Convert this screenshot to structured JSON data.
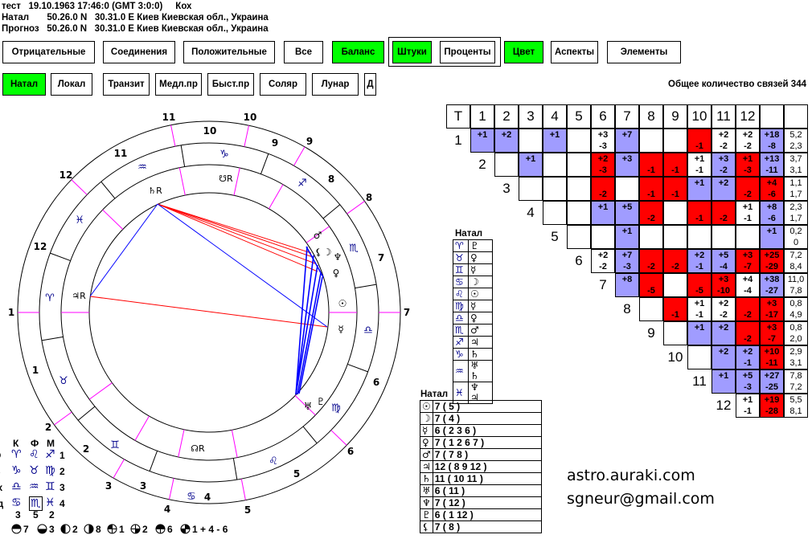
{
  "header": {
    "line1": "тест   19.10.1963 17:46:0 (GMT 3:0:0)     Кох",
    "line2": "Натал       50.26.0 N   30.31.0 E Киев Киевская обл., Украина",
    "line3": "Прогноз   50.26.0 N   30.31.0 E Киев Киевская обл., Украина"
  },
  "toolbar1": [
    "Отрицательные",
    "Соединения",
    "Положительные",
    "Все",
    "Баланс",
    "Штуки",
    "Проценты",
    "Цвет",
    "Аспекты",
    "Элементы"
  ],
  "toolbar2": [
    "Натал",
    "Локал",
    "Транзит",
    "Медл.пр",
    "Быст.пр",
    "Соляр",
    "Лунар",
    "Д"
  ],
  "active_color": "#00ff00",
  "total_links": "Общее количество связей 344",
  "matrix": {
    "colors": {
      "w": "#ffffff",
      "b": "#a09cff",
      "r": "#ff0000"
    },
    "header": [
      "Т",
      "1",
      "2",
      "3",
      "4",
      "5",
      "6",
      "7",
      "8",
      "9",
      "10",
      "11",
      "12",
      "",
      ""
    ],
    "rows": [
      {
        "label": "1",
        "cells": [
          [
            "+1",
            "",
            "b"
          ],
          [
            "+2",
            "",
            "b"
          ],
          [
            "",
            "",
            "w"
          ],
          [
            "+1",
            "",
            "b"
          ],
          [
            "",
            "",
            "w"
          ],
          [
            "+3",
            "-3",
            "w"
          ],
          [
            "+7",
            "",
            "b"
          ],
          [
            "",
            "",
            "w"
          ],
          [
            "",
            "",
            "w"
          ],
          [
            "",
            "-1",
            "r"
          ],
          [
            "+2",
            "-2",
            "w"
          ],
          [
            "+2",
            "-2",
            "w"
          ]
        ],
        "sum": [
          "+18",
          "-8",
          "b"
        ],
        "ratio": [
          "5,2",
          "2,3"
        ]
      },
      {
        "label": "2",
        "cells": [
          [
            "",
            "",
            "w"
          ],
          [
            "+1",
            "",
            "b"
          ],
          [
            "",
            "",
            "w"
          ],
          [
            "",
            "",
            "w"
          ],
          [
            "+2",
            "-3",
            "r"
          ],
          [
            "+3",
            "",
            "b"
          ],
          [
            "",
            "-1",
            "r"
          ],
          [
            "",
            "-1",
            "r"
          ],
          [
            "+1",
            "-1",
            "w"
          ],
          [
            "+3",
            "-2",
            "b"
          ],
          [
            "+1",
            "-3",
            "r"
          ]
        ],
        "sum": [
          "+13",
          "-11",
          "b"
        ],
        "ratio": [
          "3,7",
          "3,1"
        ]
      },
      {
        "label": "3",
        "cells": [
          [
            "",
            "",
            "w"
          ],
          [
            "",
            "",
            "w"
          ],
          [
            "",
            "",
            "w"
          ],
          [
            "",
            "-2",
            "r"
          ],
          [
            "",
            "",
            "w"
          ],
          [
            "",
            "-1",
            "r"
          ],
          [
            "",
            "-1",
            "r"
          ],
          [
            "+1",
            "",
            "b"
          ],
          [
            "+2",
            "",
            "b"
          ],
          [
            "",
            "-2",
            "r"
          ]
        ],
        "sum": [
          "+4",
          "-6",
          "r"
        ],
        "ratio": [
          "1,1",
          "1,7"
        ]
      },
      {
        "label": "4",
        "cells": [
          [
            "",
            "",
            "w"
          ],
          [
            "",
            "",
            "w"
          ],
          [
            "+1",
            "",
            "b"
          ],
          [
            "+5",
            "",
            "b"
          ],
          [
            "",
            "-2",
            "r"
          ],
          [
            "",
            "",
            "w"
          ],
          [
            "",
            "-1",
            "r"
          ],
          [
            "",
            "-2",
            "r"
          ],
          [
            "+1",
            "-1",
            "w"
          ]
        ],
        "sum": [
          "+8",
          "-6",
          "b"
        ],
        "ratio": [
          "2,3",
          "1,7"
        ]
      },
      {
        "label": "5",
        "cells": [
          [
            "",
            "",
            "w"
          ],
          [
            "",
            "",
            "w"
          ],
          [
            "+1",
            "",
            "b"
          ],
          [
            "",
            "",
            "w"
          ],
          [
            "",
            "",
            "w"
          ],
          [
            "",
            "",
            "w"
          ],
          [
            "",
            "",
            "w"
          ],
          [
            "",
            "",
            "w"
          ]
        ],
        "sum": [
          "+1",
          "",
          "b"
        ],
        "ratio": [
          "0,2",
          "0"
        ]
      },
      {
        "label": "6",
        "cells": [
          [
            "+2",
            "-2",
            "w"
          ],
          [
            "+7",
            "-3",
            "b"
          ],
          [
            "",
            "-2",
            "r"
          ],
          [
            "",
            "-2",
            "r"
          ],
          [
            "+2",
            "-1",
            "b"
          ],
          [
            "+5",
            "-4",
            "b"
          ],
          [
            "+3",
            "-7",
            "r"
          ]
        ],
        "sum": [
          "+25",
          "-29",
          "r"
        ],
        "ratio": [
          "7,2",
          "8,4"
        ]
      },
      {
        "label": "7",
        "cells": [
          [
            "+8",
            "",
            "b"
          ],
          [
            "",
            "-5",
            "r"
          ],
          [
            "",
            "",
            "w"
          ],
          [
            "",
            "-5",
            "r"
          ],
          [
            "+3",
            "-10",
            "r"
          ],
          [
            "+4",
            "-4",
            "w"
          ]
        ],
        "sum": [
          "+38",
          "-27",
          "b"
        ],
        "ratio": [
          "11,0",
          "7,8"
        ]
      },
      {
        "label": "8",
        "cells": [
          [
            "",
            "",
            "w"
          ],
          [
            "",
            "-1",
            "r"
          ],
          [
            "+1",
            "-1",
            "w"
          ],
          [
            "+2",
            "-2",
            "w"
          ],
          [
            "",
            "-2",
            "r"
          ]
        ],
        "sum": [
          "+3",
          "-17",
          "r"
        ],
        "ratio": [
          "0,8",
          "4,9"
        ]
      },
      {
        "label": "9",
        "cells": [
          [
            "",
            "",
            "w"
          ],
          [
            "+1",
            "",
            "b"
          ],
          [
            "+2",
            "",
            "b"
          ],
          [
            "",
            "-2",
            "r"
          ]
        ],
        "sum": [
          "+3",
          "-7",
          "r"
        ],
        "ratio": [
          "0,8",
          "2,0"
        ]
      },
      {
        "label": "10",
        "cells": [
          [
            "",
            "",
            "w"
          ],
          [
            "+2",
            "",
            "b"
          ],
          [
            "+2",
            "-1",
            "b"
          ]
        ],
        "sum": [
          "+10",
          "-11",
          "r"
        ],
        "ratio": [
          "2,9",
          "3,1"
        ]
      },
      {
        "label": "11",
        "cells": [
          [
            "+1",
            "",
            "b"
          ],
          [
            "+5",
            "-3",
            "b"
          ]
        ],
        "sum": [
          "+27",
          "-25",
          "b"
        ],
        "ratio": [
          "7,8",
          "7,2"
        ]
      },
      {
        "label": "12",
        "cells": [
          [
            "+1",
            "-1",
            "w"
          ]
        ],
        "sum": [
          "+19",
          "-28",
          "r"
        ],
        "ratio": [
          "5,5",
          "8,1"
        ]
      }
    ]
  },
  "sign_table": {
    "title": "Натал",
    "rows": [
      [
        "♈",
        "♇"
      ],
      [
        "♉",
        "♀"
      ],
      [
        "♊",
        "☿"
      ],
      [
        "♋",
        "☽"
      ],
      [
        "♌",
        "☉"
      ],
      [
        "♍",
        "☿"
      ],
      [
        "♎",
        "♀"
      ],
      [
        "♏",
        "♂"
      ],
      [
        "♐",
        "♃"
      ],
      [
        "♑",
        "♄"
      ],
      [
        "♒",
        "♅ ♄"
      ],
      [
        "♓",
        "♆ ♃"
      ]
    ]
  },
  "planet_table": {
    "title": "Натал",
    "rows": [
      [
        "☉",
        "7 ( 5 )"
      ],
      [
        "☽",
        "7 ( 4 )"
      ],
      [
        "☿",
        "6 ( 2 3 6 )"
      ],
      [
        "♀",
        "7 ( 1 2 6 7 )"
      ],
      [
        "♂",
        "7 ( 7 8 )"
      ],
      [
        "♃",
        "12 ( 8 9 12 )"
      ],
      [
        "♄",
        "11 ( 10 11 )"
      ],
      [
        "♅",
        "6 ( 11 )"
      ],
      [
        "♆",
        "7 ( 12 )"
      ],
      [
        "♇",
        "6 ( 1 12 )"
      ],
      [
        "⚸",
        "7  ( 8 )"
      ]
    ]
  },
  "contacts": {
    "site": "astro.auraki.com",
    "email": "sgneur@gmail.com"
  },
  "wheel": {
    "outer_houses": [
      "1",
      "2",
      "3",
      "4",
      "5",
      "6",
      "7",
      "8",
      "9",
      "10",
      "11",
      "12"
    ],
    "inner_houses": [
      "1",
      "2",
      "3",
      "4",
      "5",
      "6",
      "7",
      "8",
      "9",
      "10",
      "11",
      "12"
    ],
    "signs": [
      "♑",
      "♒",
      "♓",
      "♈",
      "♉",
      "♊",
      "♋",
      "♌",
      "♍",
      "♎",
      "♏",
      "♐"
    ],
    "planets": {
      "saturn": "♄R",
      "south_node": "☋R",
      "jupiter": "♃R",
      "north_node": "☊R",
      "mars": "♂",
      "lilith": "⚸",
      "moon": "☽",
      "neptune": "♆",
      "venus": "♀",
      "sun": "☉",
      "mercury": "☿",
      "uranus": "♅",
      "pluto": "♇"
    },
    "cusp_color": "#ff00ff"
  },
  "legend": {
    "headers": [
      "К",
      "Ф",
      "М"
    ],
    "row_labels": [
      "О",
      "В",
      "Вх",
      "Вд"
    ],
    "rows": [
      [
        "♈",
        "♌",
        "♐",
        "1"
      ],
      [
        "♑",
        "♉",
        "♍",
        "2"
      ],
      [
        "♎",
        "♒",
        "♊",
        "3"
      ],
      [
        "♋",
        "♏",
        "♓",
        "4"
      ]
    ],
    "totals": [
      "3",
      "5",
      "2"
    ],
    "phases": [
      "7",
      "3",
      "2",
      "8",
      "1",
      "2",
      "6",
      "1 + 4 - 6"
    ]
  }
}
